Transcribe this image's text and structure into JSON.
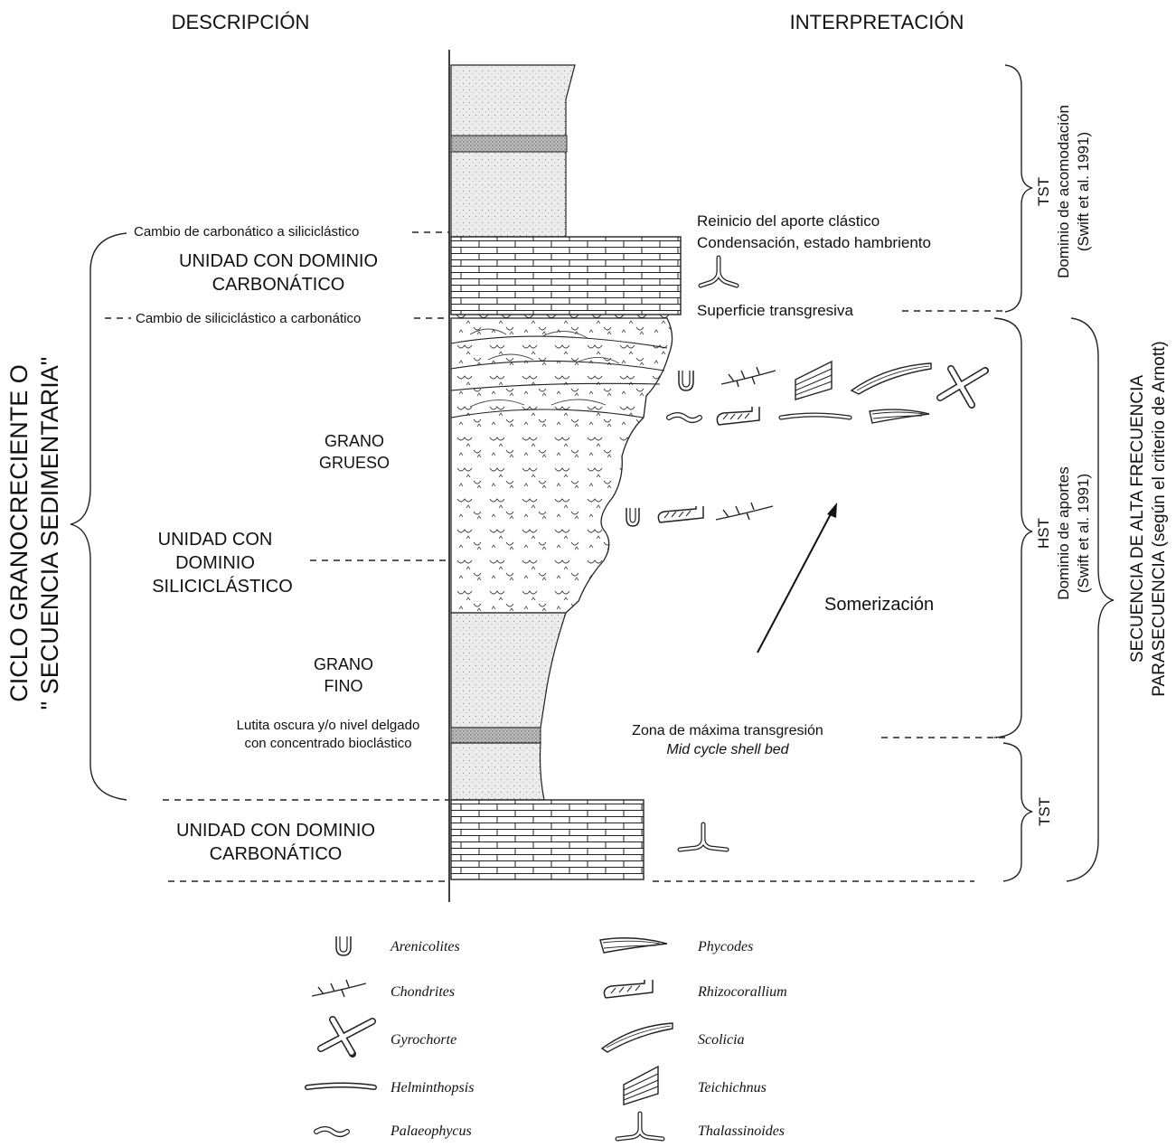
{
  "headings": {
    "left": "DESCRIPCIÓN",
    "right": "INTERPRETACIÓN"
  },
  "left_side": {
    "cycle_title_line1": "CICLO GRANOCRECIENTE O",
    "cycle_title_line2": "\" SECUENCIA SEDIMENTARIA\"",
    "change_top": "Cambio de carbonático a siliciclástico",
    "change_bottom": "Cambio de siliciclástico a carbonático",
    "upper_unit_line1": "UNIDAD CON DOMINIO",
    "upper_unit_line2": "CARBONÁTICO",
    "coarse_line1": "GRANO",
    "coarse_line2": "GRUESO",
    "silic_line1": "UNIDAD CON",
    "silic_line2": "DOMINIO",
    "silic_line3": "SILICICLÁSTICO",
    "fine_line1": "GRANO",
    "fine_line2": "FINO",
    "shale_line1": "Lutita oscura y/o nivel delgado",
    "shale_line2": "con concentrado bioclástico",
    "lower_unit_line1": "UNIDAD CON DOMINIO",
    "lower_unit_line2": "CARBONÁTICO"
  },
  "interpretation": {
    "restart": "Reinicio del aporte clástico",
    "condensation": "Condensación, estado hambriento",
    "transgressive_surface": "Superficie transgresiva",
    "shoaling": "Somerización",
    "max_transgression": "Zona de máxima transgresión",
    "mid_cycle": "Mid cycle shell bed"
  },
  "right_side": {
    "tst_top": "TST",
    "accommodation_line1": "Dominio de acomodación",
    "accommodation_line2": "(Swift et al. 1991)",
    "hst": "HST",
    "supply_line1": "Dominio de aportes",
    "supply_line2": "(Swift et al. 1991)",
    "tst_bottom": "TST",
    "sequence_line1": "SECUENCIA DE ALTA FRECUENCIA",
    "sequence_line2": "PARASECUENCIA (según el criterio de Arnott)"
  },
  "legend": {
    "items": [
      {
        "name": "Arenicolites",
        "icon": "arenicolites-icon"
      },
      {
        "name": "Chondrites",
        "icon": "chondrites-icon"
      },
      {
        "name": "Gyrochorte",
        "icon": "gyrochorte-icon"
      },
      {
        "name": "Helminthopsis",
        "icon": "helminthopsis-icon"
      },
      {
        "name": "Palaeophycus",
        "icon": "palaeophycus-icon"
      },
      {
        "name": "Phycodes",
        "icon": "phycodes-icon"
      },
      {
        "name": "Rhizocorallium",
        "icon": "rhizocorallium-icon"
      },
      {
        "name": "Scolicia",
        "icon": "scolicia-icon"
      },
      {
        "name": "Teichichnus",
        "icon": "teichichnus-icon"
      },
      {
        "name": "Thalassinoides",
        "icon": "thalassinoides-icon"
      }
    ]
  }
}
